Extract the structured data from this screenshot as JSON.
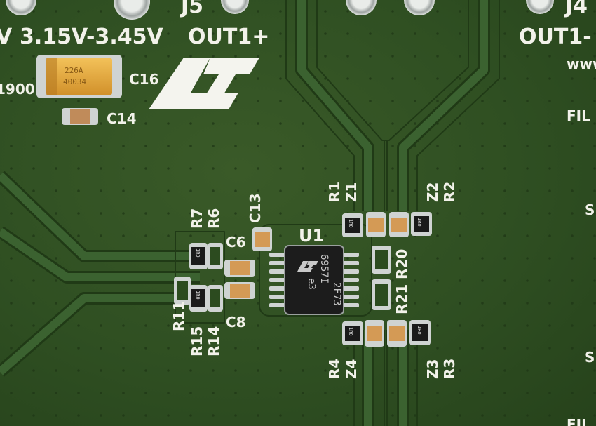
{
  "board": {
    "supply_range": "3.15V-3.45V",
    "partial_left_text": "1900",
    "connectors": {
      "j5_label": "J5",
      "j5_net": "OUT1+",
      "j4_label": "J4",
      "j4_net": "OUT1-"
    },
    "partial_right_texts": [
      "www",
      "FIL",
      "S",
      "S",
      "FIL"
    ],
    "partial_left_edge": "V"
  },
  "ic": {
    "designator": "U1",
    "marking_line1": "6957I",
    "marking_line2": "2F73",
    "marking_line3": "e3"
  },
  "tantalum_cap": {
    "line1": "226A",
    "line2": "40034"
  },
  "refdes": {
    "C16": "C16",
    "C14": "C14",
    "C13": "C13",
    "C6": "C6",
    "C8": "C8",
    "R7": "R7",
    "R6": "R6",
    "R11": "R11",
    "R15": "R15",
    "R14": "R14",
    "R1": "R1",
    "Z1": "Z1",
    "Z2": "Z2",
    "R2": "R2",
    "R20": "R20",
    "R21": "R21",
    "R4": "R4",
    "Z4": "Z4",
    "Z3": "Z3",
    "R3": "R3"
  },
  "resistor_codes": {
    "r1": "1R0",
    "r2": "1R0",
    "r3": "1R0",
    "r4": "1R0",
    "r7": "1R0",
    "r11": "1R0"
  },
  "colors": {
    "solder_mask": "#2f4f22",
    "trace": "#35582a",
    "silkscreen": "#f2f2ea",
    "tantalum_body": "#e8a83a",
    "ic_body": "#1c1c1c",
    "tin_plating": "#cfd3d2"
  }
}
